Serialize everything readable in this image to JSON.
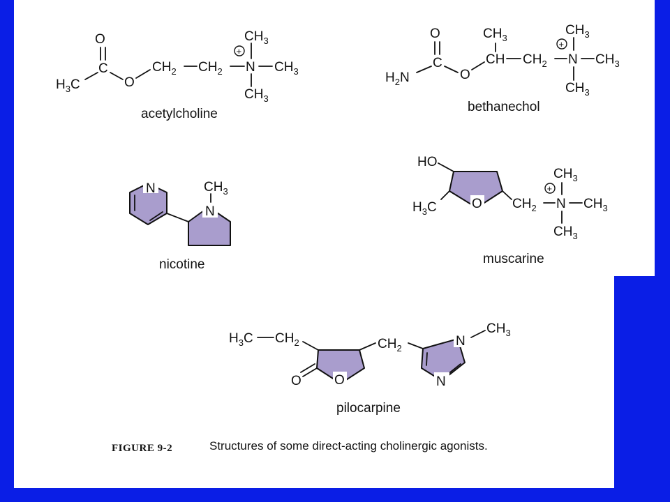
{
  "figure": {
    "label": "FIGURE 9-2",
    "caption": "Structures of some direct-acting cholinergic agonists."
  },
  "molecules": {
    "acetylcholine": {
      "name": "acetylcholine"
    },
    "bethanechol": {
      "name": "bethanechol"
    },
    "nicotine": {
      "name": "nicotine"
    },
    "muscarine": {
      "name": "muscarine"
    },
    "pilocarpine": {
      "name": "pilocarpine"
    }
  },
  "atoms": {
    "O": "O",
    "C": "C",
    "N": "N",
    "H": "H",
    "HO": "HO",
    "CH": "CH",
    "two": "2",
    "three": "3",
    "plus": "+"
  },
  "colors": {
    "border": "#0a1ee6",
    "page": "#ffffff",
    "ring_fill": "#a99dcd",
    "ink": "#111111"
  }
}
